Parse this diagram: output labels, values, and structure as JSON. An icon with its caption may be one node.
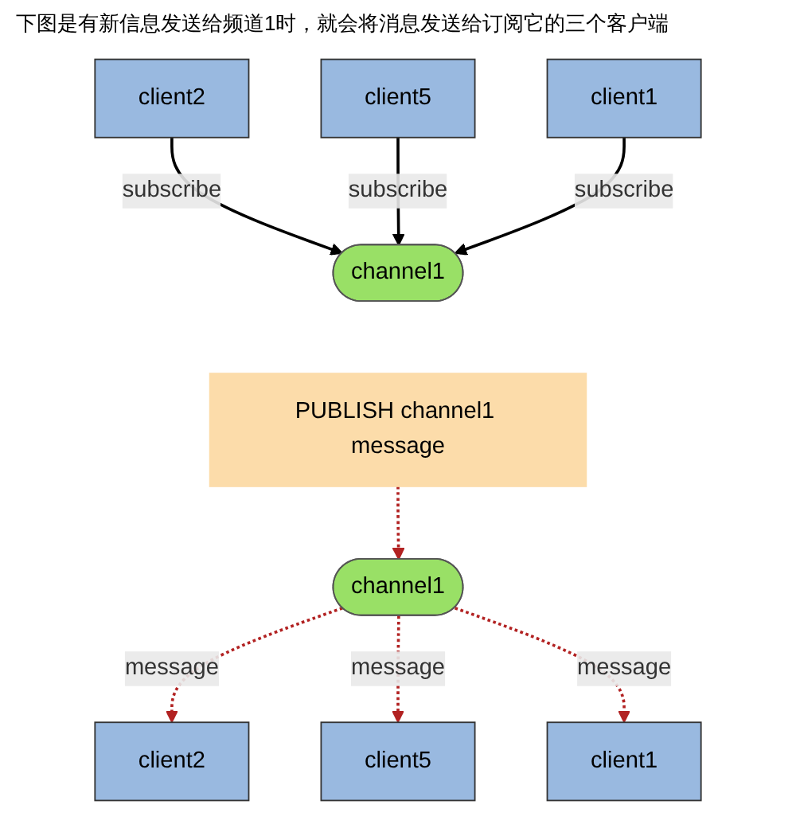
{
  "diagram": {
    "nodes": [
      {
        "text": [
          "channel1"
        ]
      },
      {
        "text": [
          "client2"
        ]
      },
      {
        "text": [
          "client5"
        ]
      },
      {
        "text": [
          "client1"
        ]
      },
      {
        "text": [
          "PUBLISH channel1 message"
        ]
      },
      {
        "text": [
          "channel1"
        ]
      },
      {
        "text": [
          "client2"
        ]
      },
      {
        "text": [
          "client5"
        ]
      },
      {
        "text": [
          "client1"
        ]
      }
    ],
    "edges": [
      {
        "from": 1,
        "to": 0,
        "arrow": "to",
        "label": "subscribe",
        "color": "#000000"
      },
      {
        "from": 2,
        "to": 0,
        "arrow": "to",
        "label": "subscribe",
        "color": "#000000"
      },
      {
        "from": 3,
        "to": 0,
        "arrow": "to",
        "label": "subscribe",
        "color": "#000000"
      },
      {
        "from": 4,
        "to": 5,
        "arrow": "to",
        "style": "dashed",
        "color": "#b22222"
      },
      {
        "from": 5,
        "to": 6,
        "arrow": "to",
        "label": "message",
        "style": "dashed",
        "color": "#b22222"
      },
      {
        "from": 5,
        "to": 7,
        "arrow": "to",
        "label": "message",
        "style": "dashed",
        "color": "#b22222"
      },
      {
        "from": 5,
        "to": 8,
        "arrow": "to",
        "label": "message",
        "style": "dashed",
        "color": "#b22222"
      }
    ],
    "labels": [
      "下图是有新信息发送给频道1时，就会将消息发送给订阅它的三个客户端"
    ]
  }
}
